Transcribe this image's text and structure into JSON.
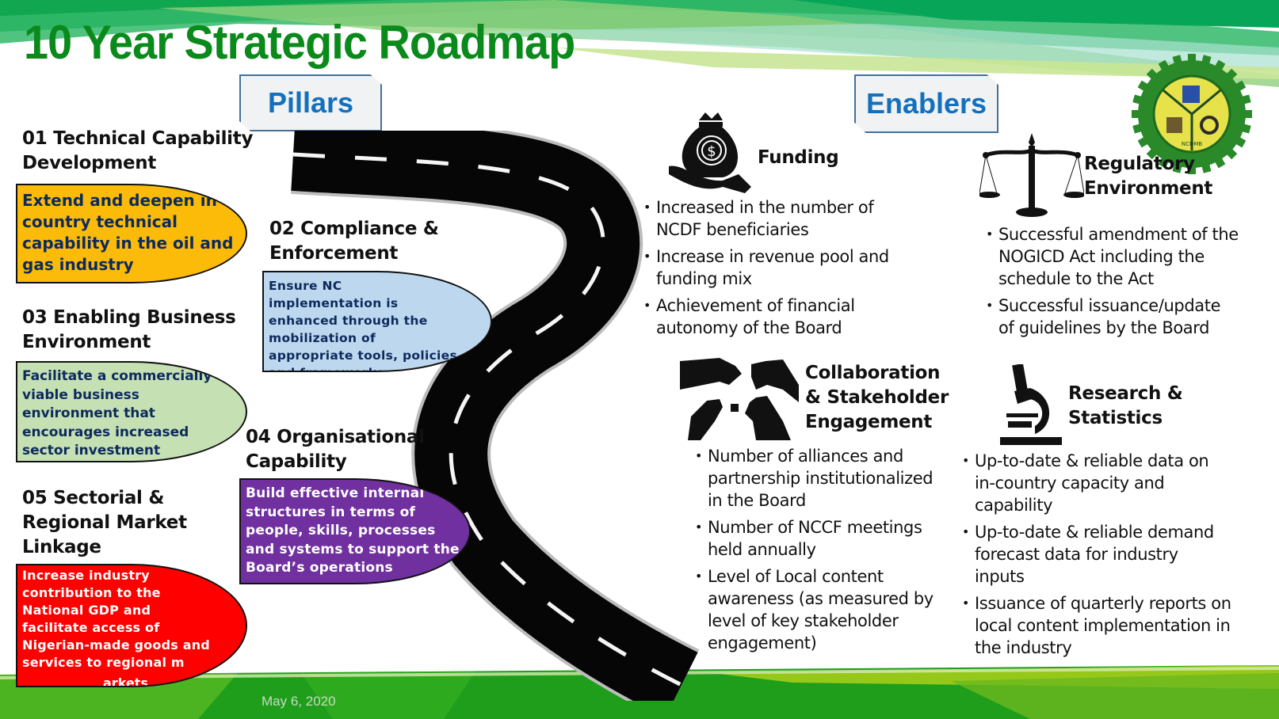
{
  "slide": {
    "title": "10 Year Strategic Roadmap",
    "date": "May 6, 2020",
    "colors": {
      "title_green": "#0b8a1c",
      "tag_blue": "#1470bd",
      "pillar_yellow": "#fbbb08",
      "pillar_green": "#c5e0b3",
      "pillar_lightblue": "#bdd7ee",
      "pillar_purple": "#7030a0",
      "pillar_red": "#ff0000",
      "dark_navy_text": "#0d2a5c"
    }
  },
  "logo": {
    "name": "ncdmb-gear-logo",
    "lettering": "NCDMB"
  },
  "pillars_section": {
    "label": "Pillars",
    "items": [
      {
        "title": "01 Technical Capability Development",
        "description": "Extend and deepen in-country technical capability in the oil and gas industry"
      },
      {
        "title": "02 Compliance & Enforcement",
        "description": "Ensure NC implementation is enhanced through the mobilization of appropriate tools, policies and frameworks"
      },
      {
        "title": "03 Enabling Business Environment",
        "description": "Facilitate a commercially viable business environment that encourages increased sector investment"
      },
      {
        "title": "04 Organisational Capability",
        "description": "Build effective internal structures in terms of people, skills, processes and systems to support the Board’s operations"
      },
      {
        "title": "05 Sectorial & Regional Market Linkage",
        "description": "Increase industry contribution to the National GDP and facilitate access of Nigerian-made goods and services to regional m",
        "description_tail": "arkets"
      }
    ]
  },
  "enablers_section": {
    "label": "Enablers",
    "items": [
      {
        "title": "Funding",
        "icon": "money-bag-hand-icon",
        "bullets": [
          "Increased in the number of NCDF beneficiaries",
          "Increase in revenue pool and funding mix",
          "Achievement of financial autonomy of the Board"
        ]
      },
      {
        "title": "Regulatory Environment",
        "icon": "scales-of-justice-icon",
        "bullets": [
          "Successful amendment of the NOGICD Act including the schedule to the Act",
          "Successful issuance/update of guidelines by the Board"
        ]
      },
      {
        "title": "Collaboration & Stakeholder Engagement",
        "icon": "puzzle-hands-icon",
        "bullets": [
          "Number of alliances and partnership institutionalized in the Board",
          "Number of NCCF meetings held annually",
          "Level of Local content awareness (as measured by level of key stakeholder engagement)"
        ]
      },
      {
        "title": "Research & Statistics",
        "icon": "microscope-icon",
        "bullets": [
          "Up-to-date & reliable data on in-country capacity and capability",
          "Up-to-date & reliable demand forecast data for industry inputs",
          "Issuance of quarterly reports on local content implementation in the industry"
        ]
      }
    ]
  }
}
